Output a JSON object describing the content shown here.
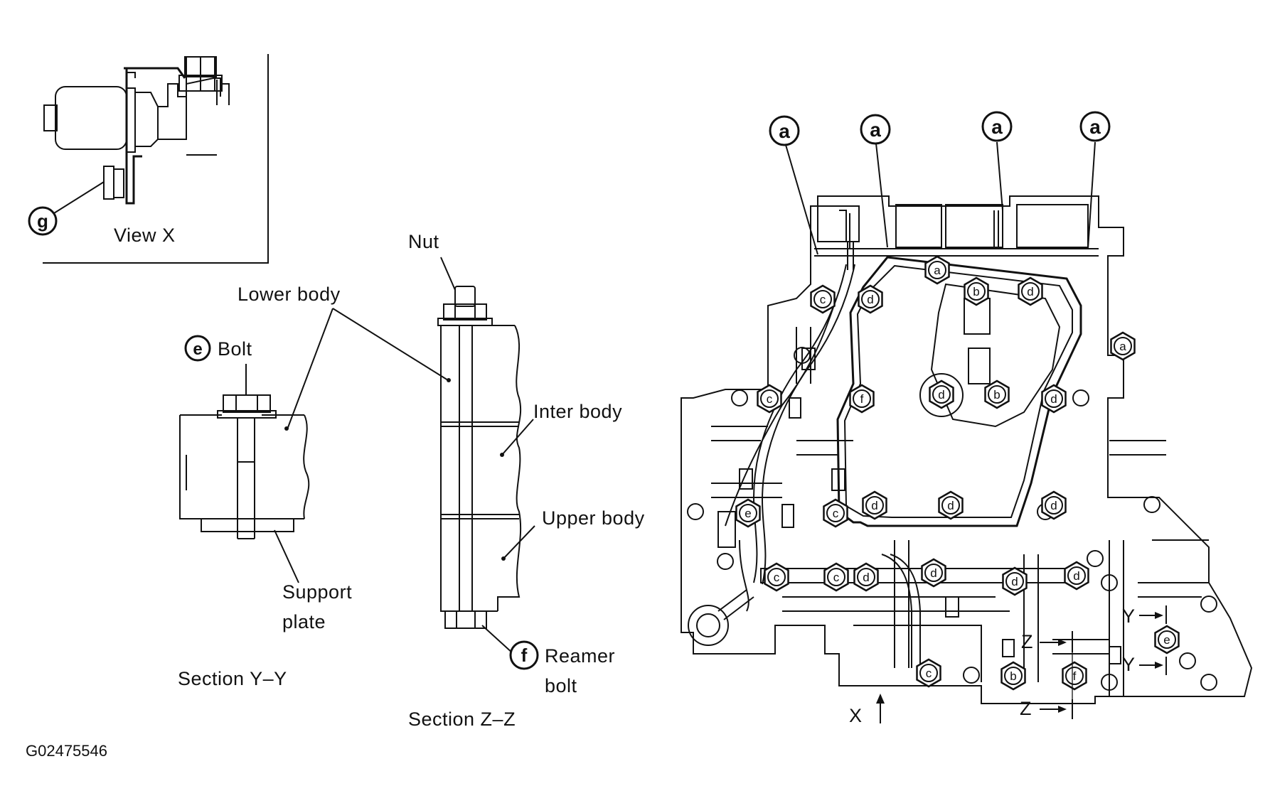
{
  "labels": {
    "view_x": "View X",
    "nut": "Nut",
    "lower_body": "Lower body",
    "bolt": "Bolt",
    "inter_body": "Inter body",
    "upper_body": "Upper body",
    "support": "Support",
    "plate": "plate",
    "section_yy": "Section Y–Y",
    "reamer": "Reamer",
    "bolt2": "bolt",
    "section_zz": "Section Z–Z",
    "code": "G02475546",
    "x_arrow": "X",
    "y": "Y",
    "z": "Z"
  },
  "callouts": {
    "g": "g",
    "e": "e",
    "f": "f",
    "a": "a"
  },
  "bolt_letters": {
    "a": "a",
    "b": "b",
    "c": "c",
    "d": "d",
    "e": "e",
    "f": "f"
  }
}
